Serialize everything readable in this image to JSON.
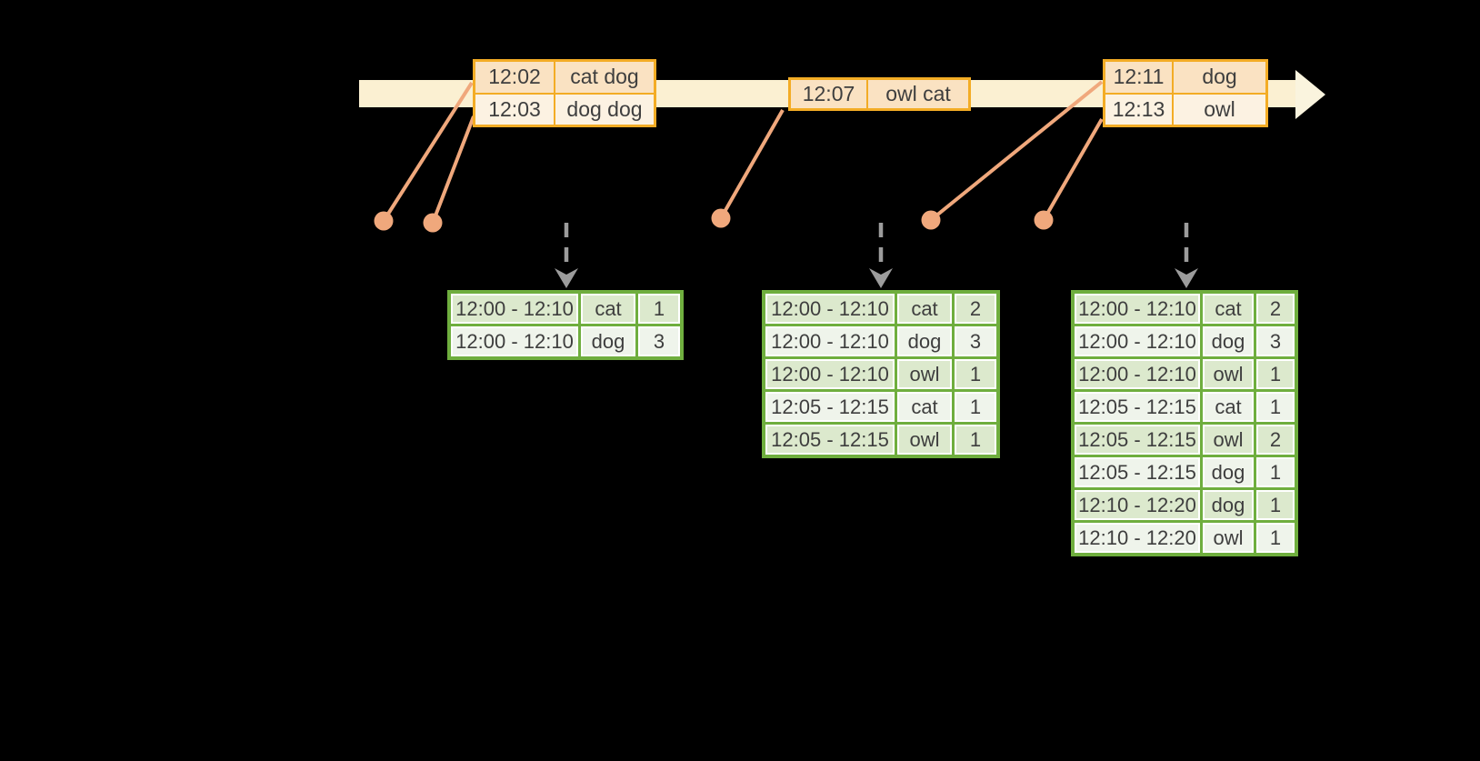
{
  "colors": {
    "background": "#000000",
    "timeline_band": "#FBF0D2",
    "timeline_arrowhead": "#FAF4DE",
    "event_table_border": "#F3AC25",
    "event_row_dark": "#FAE2C2",
    "event_row_light": "#FCF2E2",
    "event_marker": "#F0A87C",
    "trigger_arrow": "#9C9C9C",
    "result_table_border": "#6FAE3E",
    "result_row_dark": "#DCE9CD",
    "result_row_light": "#EFF4EB",
    "text": "#3E3E3E"
  },
  "events": {
    "t1": {
      "rows": [
        {
          "time": "12:02",
          "words": "cat dog"
        },
        {
          "time": "12:03",
          "words": "dog dog"
        }
      ]
    },
    "t2": {
      "rows": [
        {
          "time": "12:07",
          "words": "owl cat"
        }
      ]
    },
    "t3": {
      "rows": [
        {
          "time": "12:11",
          "words": "dog"
        },
        {
          "time": "12:13",
          "words": "owl"
        }
      ]
    }
  },
  "results": {
    "g1": {
      "rows": [
        {
          "window": "12:00 - 12:10",
          "word": "cat",
          "count": "1"
        },
        {
          "window": "12:00 - 12:10",
          "word": "dog",
          "count": "3"
        }
      ]
    },
    "g2": {
      "rows": [
        {
          "window": "12:00 - 12:10",
          "word": "cat",
          "count": "2"
        },
        {
          "window": "12:00 - 12:10",
          "word": "dog",
          "count": "3"
        },
        {
          "window": "12:00 - 12:10",
          "word": "owl",
          "count": "1"
        },
        {
          "window": "12:05 - 12:15",
          "word": "cat",
          "count": "1"
        },
        {
          "window": "12:05 - 12:15",
          "word": "owl",
          "count": "1"
        }
      ]
    },
    "g3": {
      "rows": [
        {
          "window": "12:00 - 12:10",
          "word": "cat",
          "count": "2"
        },
        {
          "window": "12:00 - 12:10",
          "word": "dog",
          "count": "3"
        },
        {
          "window": "12:00 - 12:10",
          "word": "owl",
          "count": "1"
        },
        {
          "window": "12:05 - 12:15",
          "word": "cat",
          "count": "1"
        },
        {
          "window": "12:05 - 12:15",
          "word": "owl",
          "count": "2"
        },
        {
          "window": "12:05 - 12:15",
          "word": "dog",
          "count": "1"
        },
        {
          "window": "12:10 - 12:20",
          "word": "dog",
          "count": "1"
        },
        {
          "window": "12:10 - 12:20",
          "word": "owl",
          "count": "1"
        }
      ]
    }
  }
}
